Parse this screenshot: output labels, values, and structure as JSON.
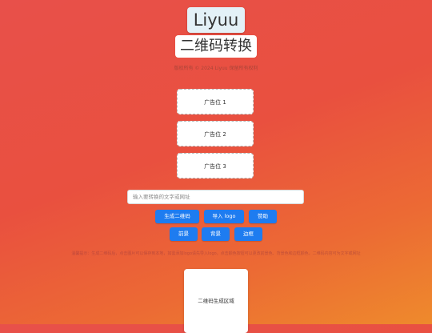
{
  "header": {
    "brand": "Liyuu",
    "title": "二维码转换",
    "subtitle": "版权所有 © 2024 Liyuu 保留所有权利"
  },
  "ads": [
    {
      "label": "广告位 1"
    },
    {
      "label": "广告位 2"
    },
    {
      "label": "广告位 3"
    }
  ],
  "input": {
    "placeholder": "输入要转换的文字或网址",
    "value": ""
  },
  "buttons_row1": [
    {
      "label": "生成二维码"
    },
    {
      "label": "导入 logo"
    },
    {
      "label": "赞助"
    }
  ],
  "buttons_row2": [
    {
      "label": "前景"
    },
    {
      "label": "背景"
    },
    {
      "label": "边框"
    }
  ],
  "note": "温馨提示：生成二维码后，点击图片可以保存到本地，如需添加logo请先导入logo，点击颜色按钮可以更改前景色、背景色和边框颜色，二维码内容可为文字或网址",
  "qr": {
    "placeholder": "二维码生成区域"
  },
  "colors": {
    "accent": "#1e7cf0",
    "background_start": "#e8504a",
    "background_end": "#ee8a2c"
  }
}
